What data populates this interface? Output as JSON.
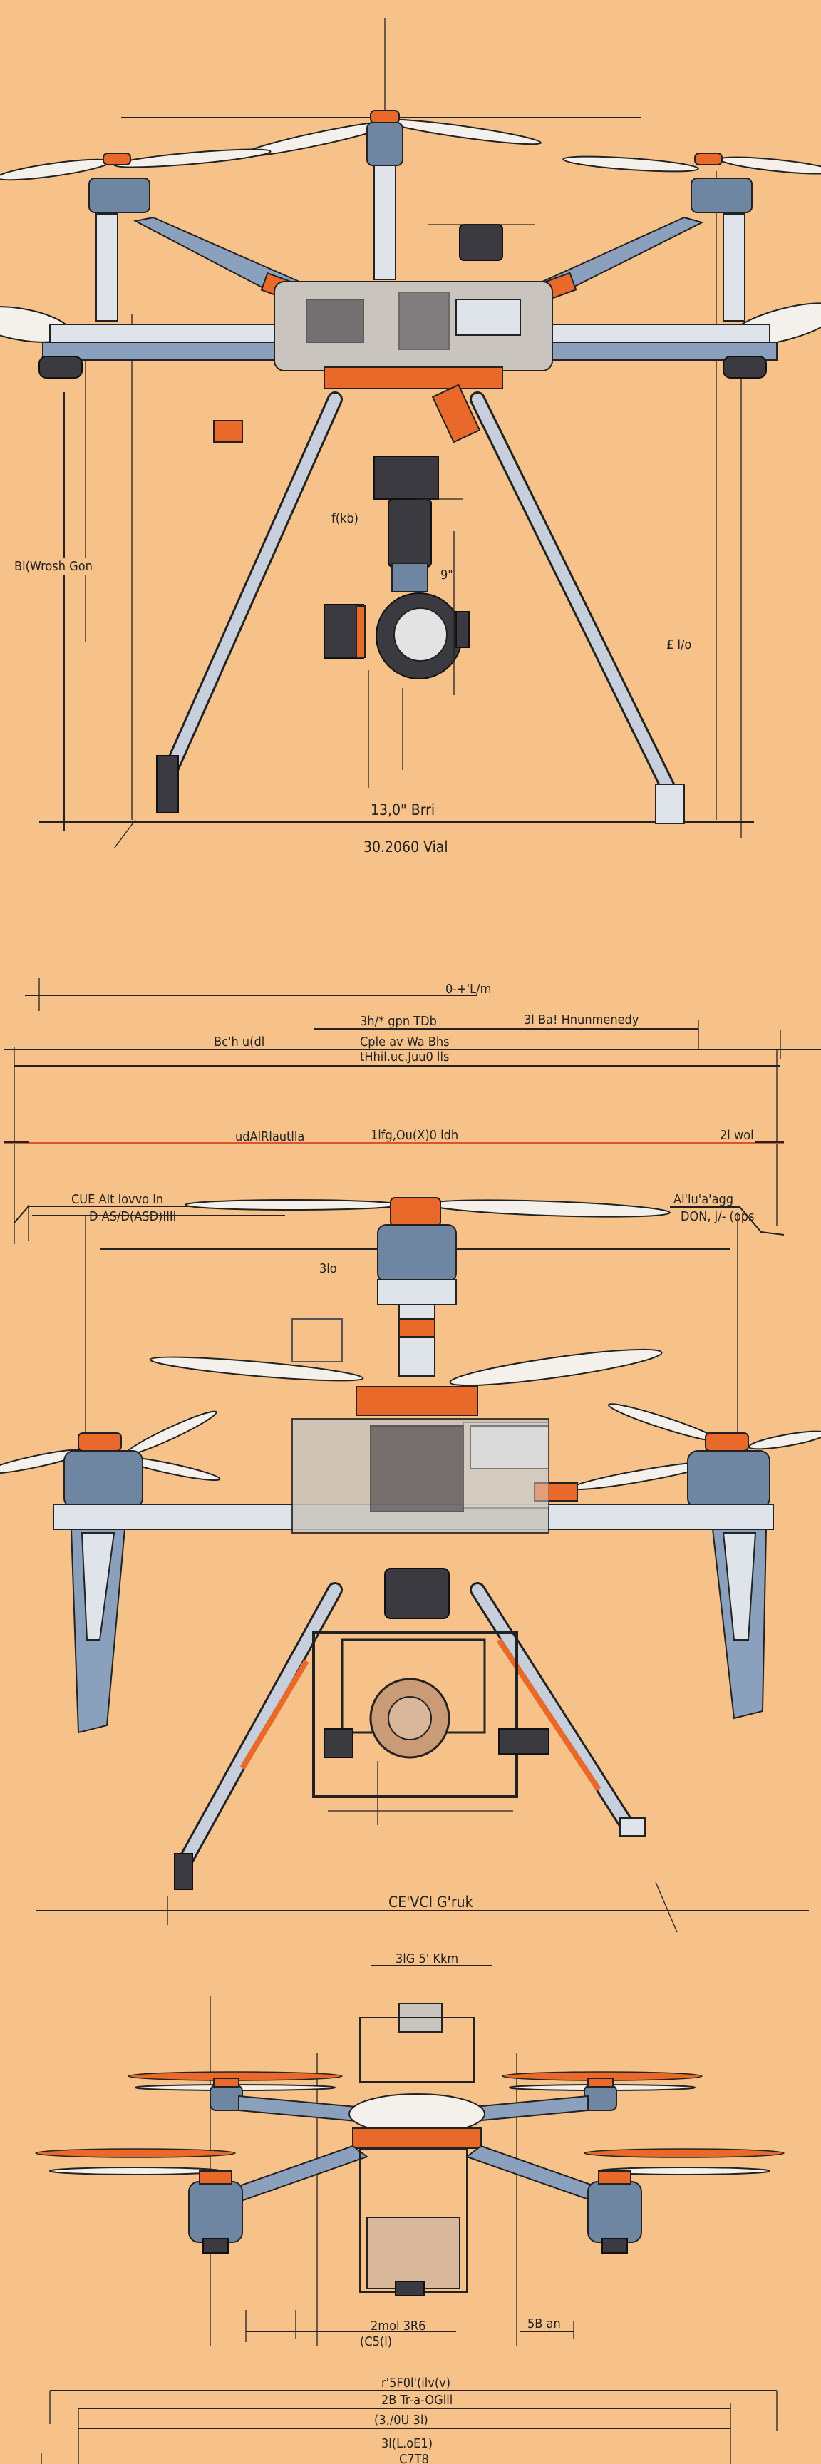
{
  "colors": {
    "background": "#f7c289",
    "accent_orange": "#e8692a",
    "motor_blue": "#6f86a3",
    "line": "#222222"
  },
  "view_front": {
    "side_label": "Bl(Wrosh Gon",
    "dim_small_1": "9\"",
    "dim_small_2": "£ l/o",
    "dim_small_3": "f(kb)",
    "width_label": "13,0\" Brri",
    "total_label": "30.2060 Vial"
  },
  "view_side": {
    "top_dim": "0-+'L/m",
    "dim_a": "3h/* gpn TDb",
    "dim_b": "3l Ba! Hnunmenedy",
    "dim_c": "Bc'h u(dl",
    "dim_d": "Cple av Wa Bhs",
    "dim_e": "tHhil.uc.Juu0 lls",
    "dim_f": "udAlRlautlla",
    "dim_g": "1lfg,Ou(X)0 ldh",
    "dim_h": "2l wol",
    "rotor_left_1": "CUE Alt lovvo ln",
    "rotor_left_2": "D AS/D(ASD)IIIi",
    "rotor_right_1": "Al'lu'a'agg",
    "rotor_right_2": "DON, j/- (ops",
    "small_tag": "3lo",
    "base_label": "CE'VCI G'ruk"
  },
  "view_compact": {
    "top_label": "3lG 5' Kkm",
    "bottom_label_1": "2mol 3R6",
    "bottom_label_2": "(C5(l)",
    "bottom_label_3": "5B an",
    "stack_1": "r'5F0l'(ilv(v)",
    "stack_2": "2B Tr-a-OGlll",
    "stack_3": "(3,/0U 3l)",
    "stack_4": "3l(L.oE1)",
    "stack_5": "C7T8"
  }
}
